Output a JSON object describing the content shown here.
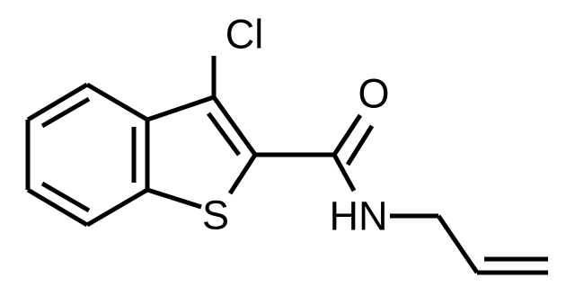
{
  "structure": {
    "atom_labels": {
      "chlorine": "Cl",
      "sulfur": "S",
      "carbonyl_oxygen": "O",
      "amide_nitrogen": "HN"
    }
  }
}
